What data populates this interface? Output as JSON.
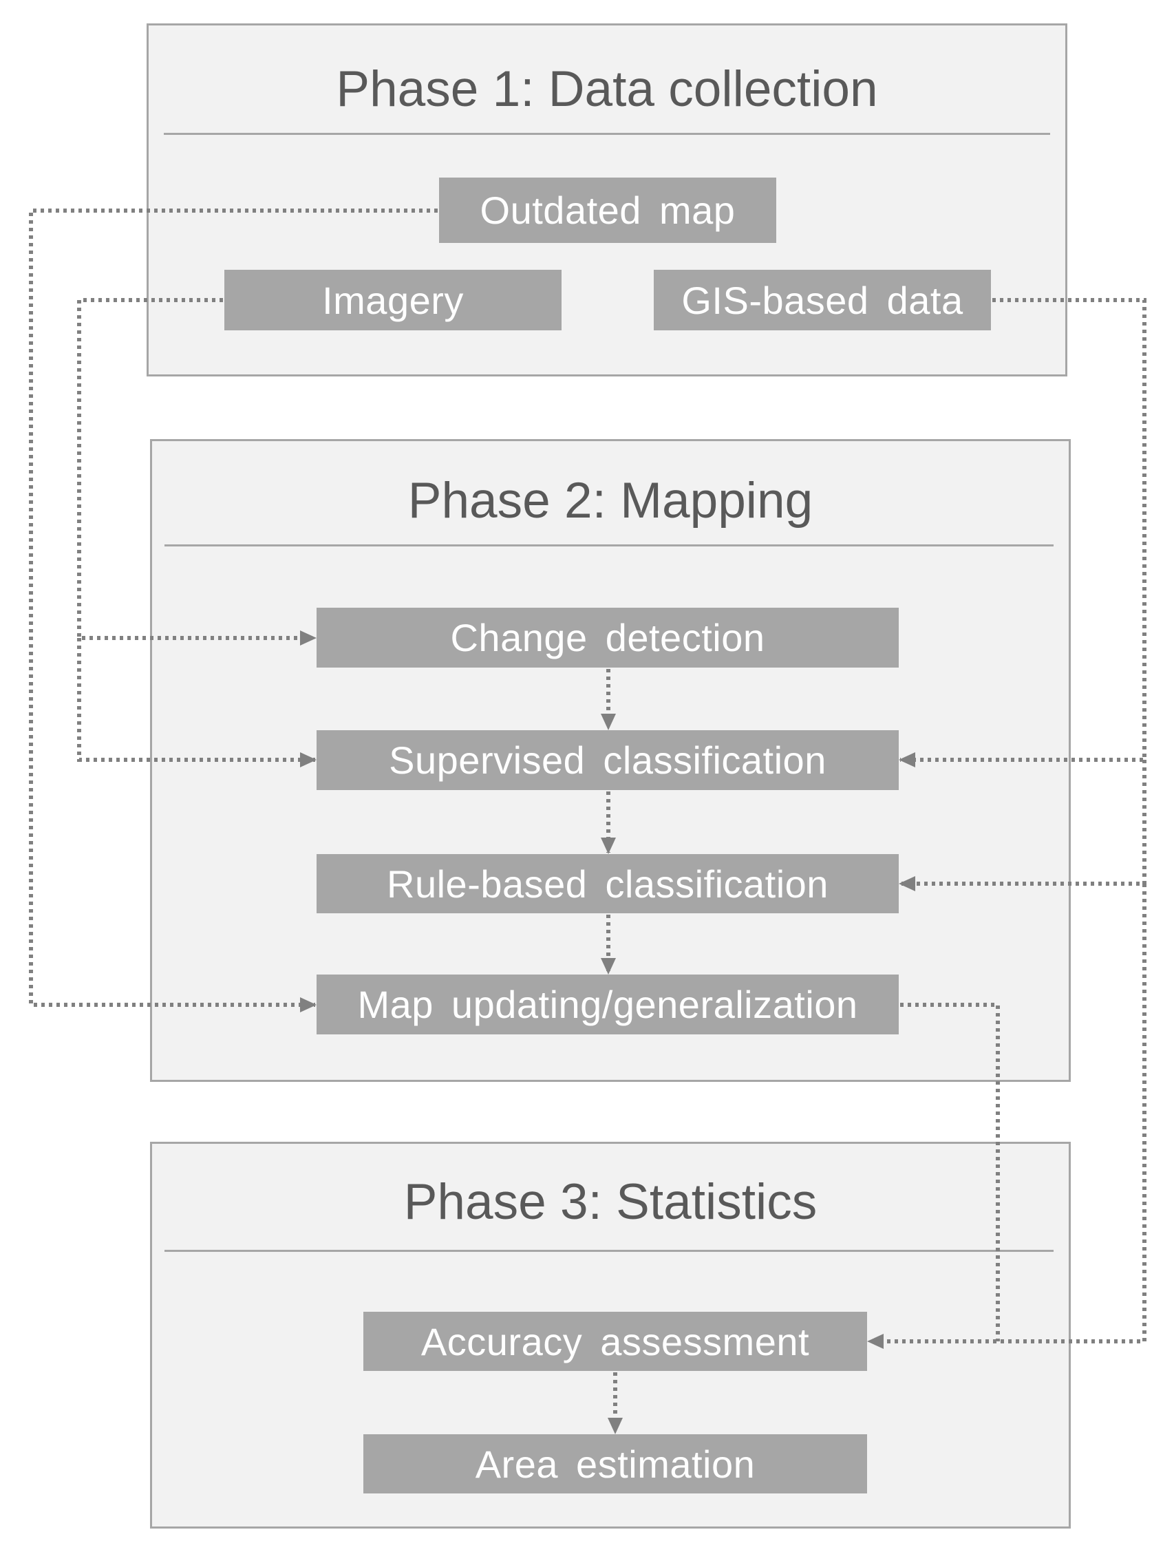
{
  "phases": [
    {
      "title": "Phase 1: Data collection",
      "steps": [
        "Outdated map",
        "Imagery",
        "GIS-based data"
      ]
    },
    {
      "title": "Phase 2: Mapping",
      "steps": [
        "Change detection",
        "Supervised classification",
        "Rule-based classification",
        "Map updating/generalization"
      ]
    },
    {
      "title": "Phase 3: Statistics",
      "steps": [
        "Accuracy assessment",
        "Area estimation"
      ]
    }
  ],
  "colors": {
    "panel_fill": "#f2f2f2",
    "panel_border": "#a6a6a6",
    "box_fill": "#a6a6a6",
    "box_text": "#ffffff",
    "title_text": "#595959",
    "connector": "#808080"
  },
  "connectors": [
    {
      "from": "Outdated map",
      "to": "Map updating/generalization",
      "style": "dotted-arrow"
    },
    {
      "from": "Imagery",
      "to": "Change detection",
      "style": "dotted-arrow"
    },
    {
      "from": "Imagery",
      "to": "Supervised classification",
      "style": "dotted-arrow"
    },
    {
      "from": "GIS-based data",
      "to": "Supervised classification",
      "style": "dotted-arrow"
    },
    {
      "from": "GIS-based data",
      "to": "Rule-based classification",
      "style": "dotted-arrow"
    },
    {
      "from": "GIS-based data",
      "to": "Accuracy assessment",
      "style": "dotted-arrow"
    },
    {
      "from": "Change detection",
      "to": "Supervised classification",
      "style": "dotted-arrow"
    },
    {
      "from": "Supervised classification",
      "to": "Rule-based classification",
      "style": "dotted-arrow"
    },
    {
      "from": "Rule-based classification",
      "to": "Map updating/generalization",
      "style": "dotted-arrow"
    },
    {
      "from": "Map updating/generalization",
      "to": "Accuracy assessment",
      "style": "dotted-arrow"
    },
    {
      "from": "Accuracy assessment",
      "to": "Area estimation",
      "style": "dotted-arrow"
    }
  ]
}
